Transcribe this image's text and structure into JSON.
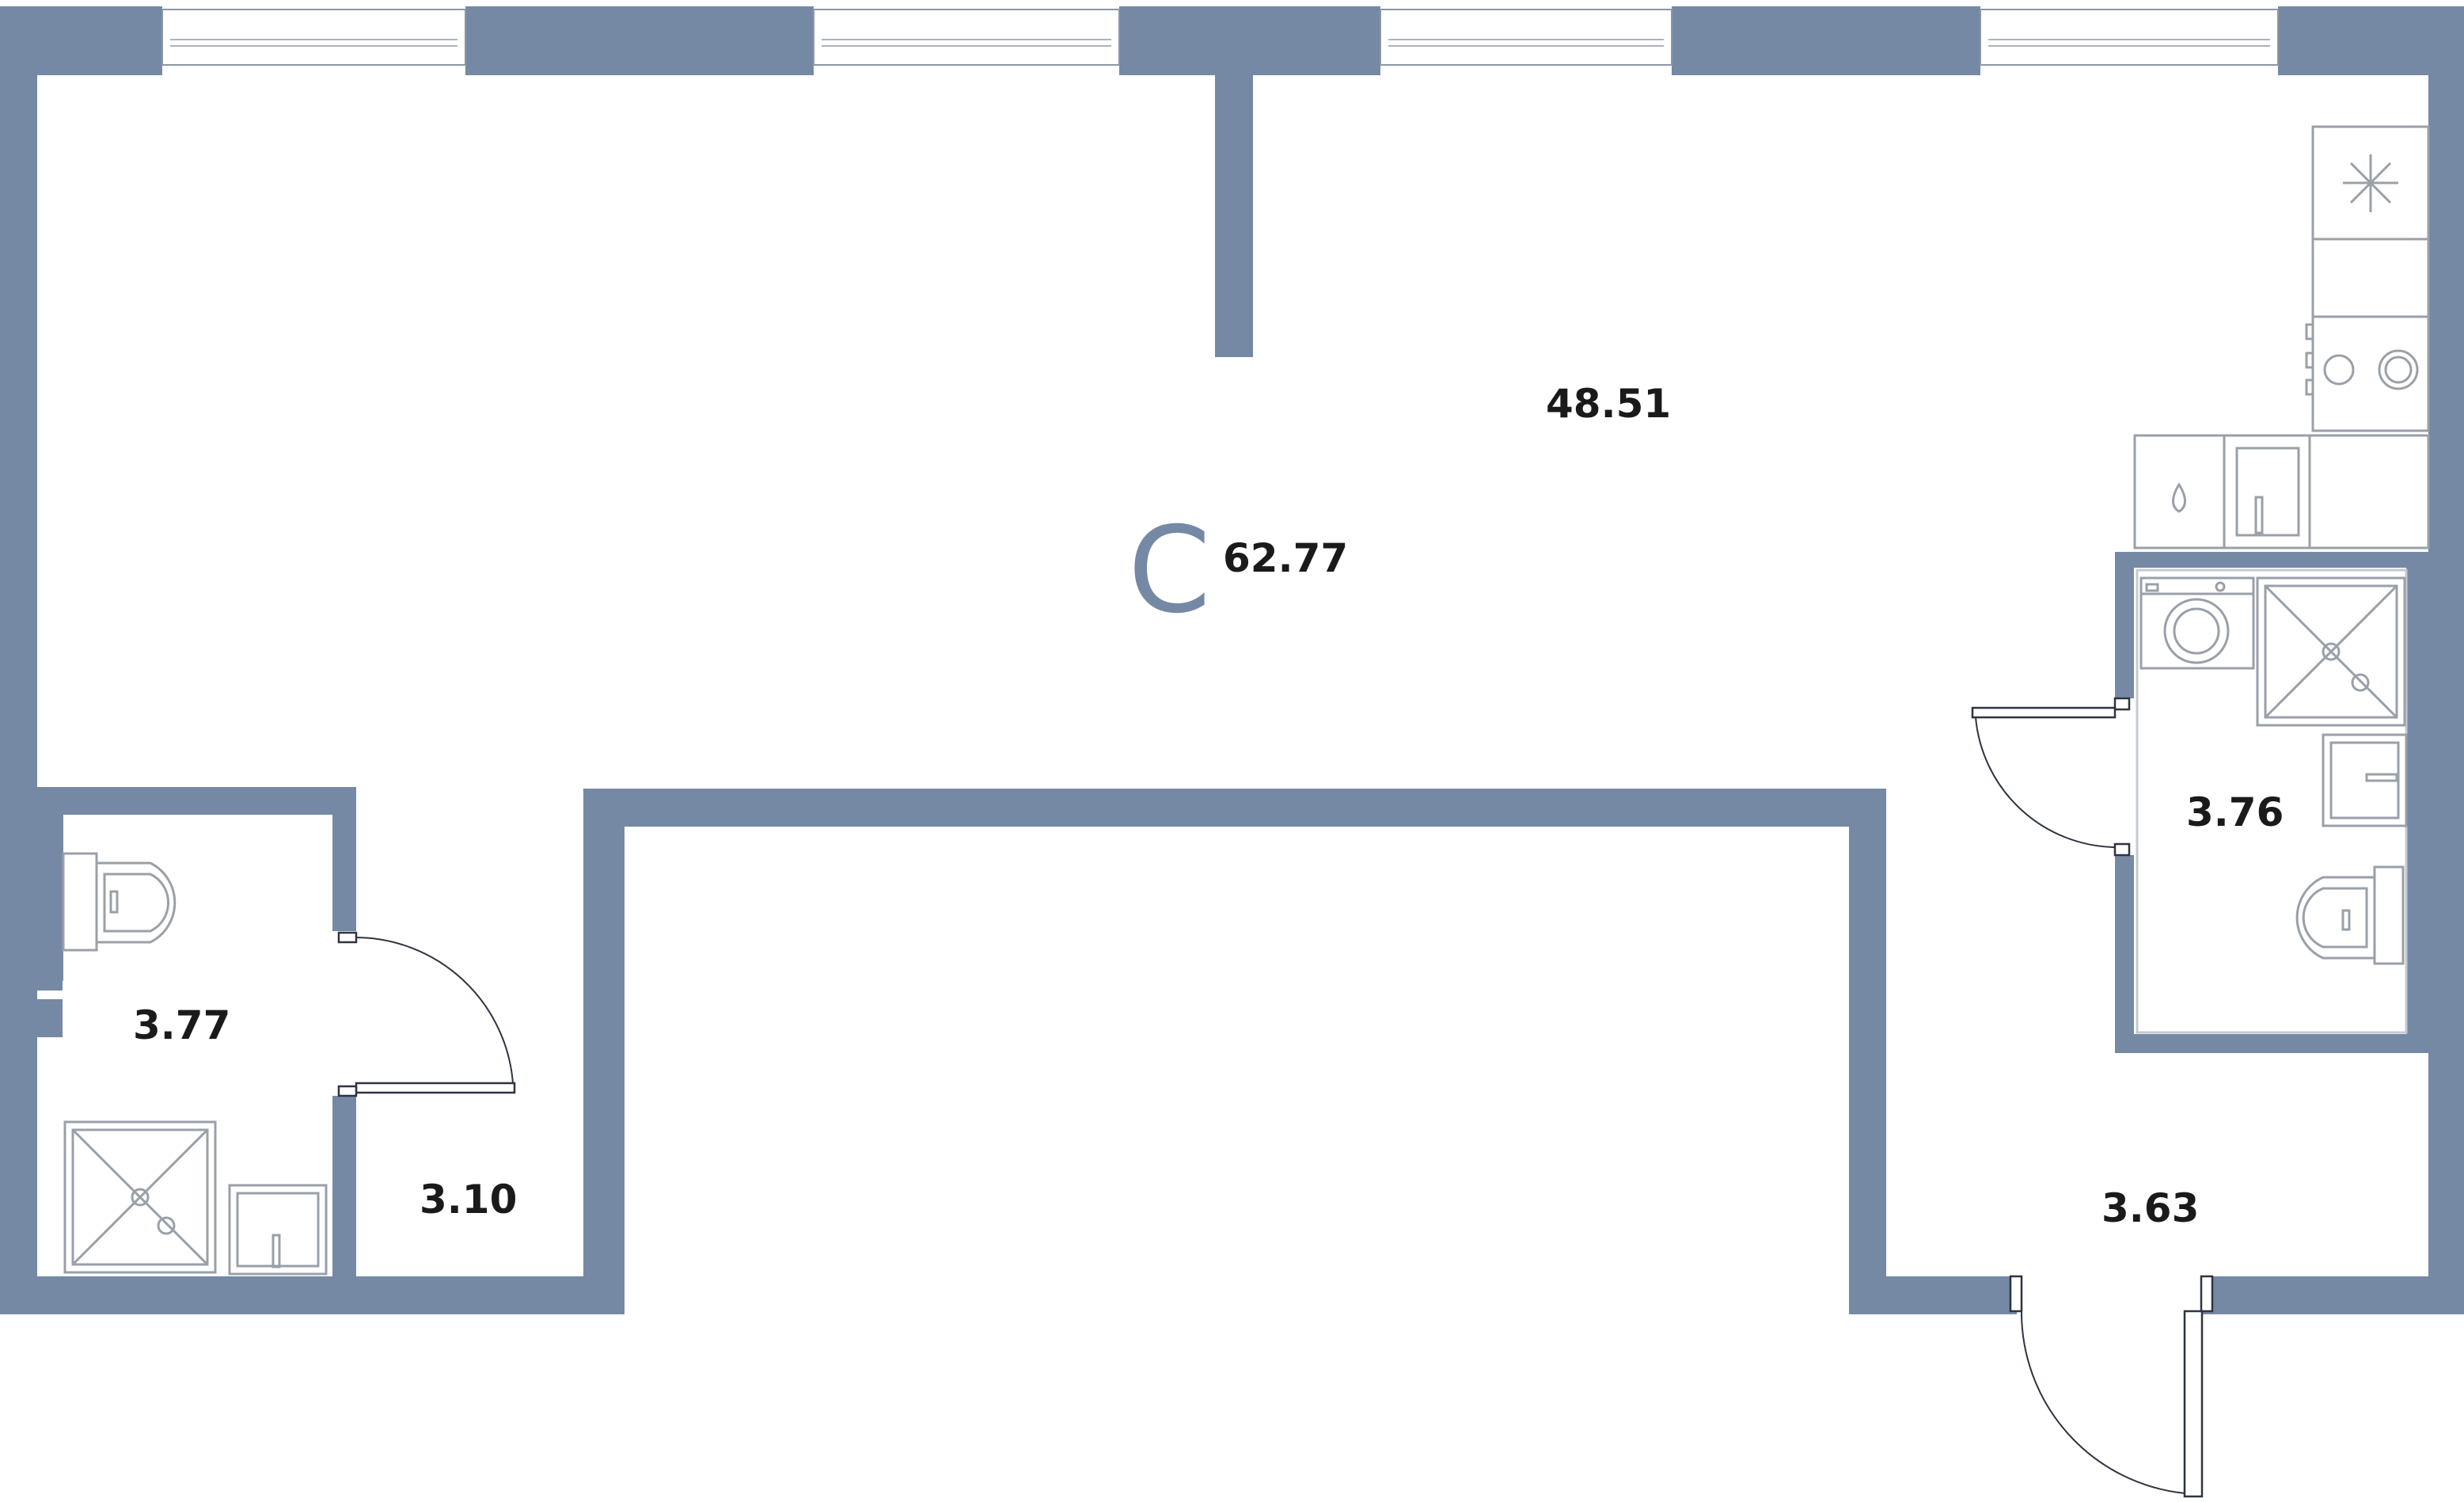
{
  "apartment": {
    "type_letter": "С",
    "total_area": "62.77",
    "accent_color": "#7589a5"
  },
  "rooms": {
    "living": "48.51",
    "bathroom_left": "3.77",
    "closet": "3.10",
    "bathroom_right": "3.76",
    "hall": "3.63"
  },
  "fixtures": [
    "freezer-icon",
    "stove-icon",
    "kitchen-sink-icon",
    "washing-machine-icon",
    "shower-icon",
    "washbasin-icon",
    "toilet-icon"
  ]
}
